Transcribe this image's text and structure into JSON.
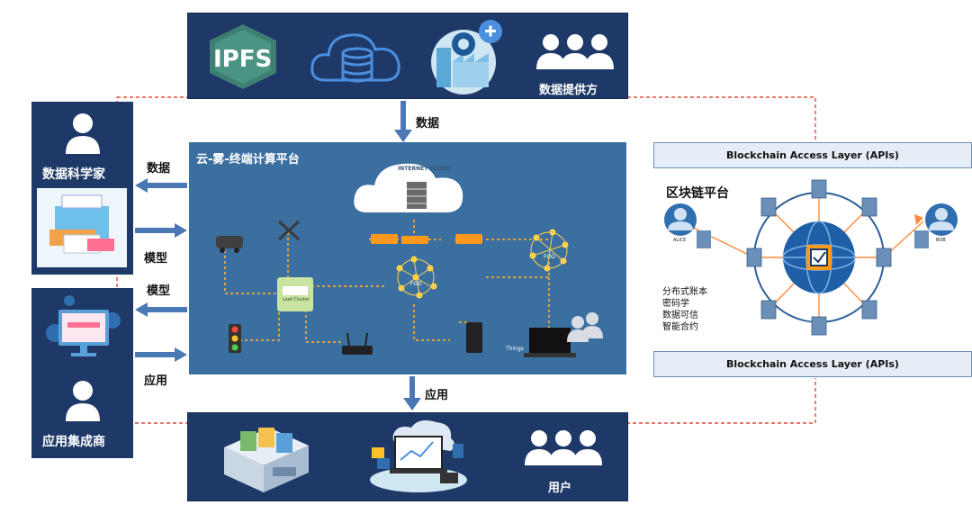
{
  "top_panel": {
    "ipfs_label": "IPFS",
    "providers_label": "数据提供方"
  },
  "arrows": {
    "data_down": "数据",
    "app_down": "应用"
  },
  "left_top": {
    "title": "数据科学家",
    "arrow_out": "数据",
    "arrow_in": "模型"
  },
  "left_bottom": {
    "title": "应用集成商",
    "arrow_out": "模型",
    "arrow_in": "应用"
  },
  "center": {
    "title": "云-雾-终端计算平台",
    "cloud_label": "INTERNET CLOUD",
    "node_labels": [
      "FOG",
      "FOG",
      "Leaf Cluster",
      "Things"
    ]
  },
  "right_panel": {
    "access_top": "Blockchain Access Layer (APIs)",
    "title": "区块链平台",
    "features": [
      "分布式账本",
      "密码学",
      "数据可信",
      "智能合约"
    ],
    "access_bottom": "Blockchain Access Layer (APIs)",
    "alice": "ALICE",
    "bob": "BOB"
  },
  "bottom_panel": {
    "users_label": "用户"
  },
  "colors": {
    "navy": "#1e3968",
    "platform": "#3b6fa0",
    "arrow": "#4a78b5",
    "dashed": "#e04a3a",
    "node": "#ff9a1f"
  }
}
